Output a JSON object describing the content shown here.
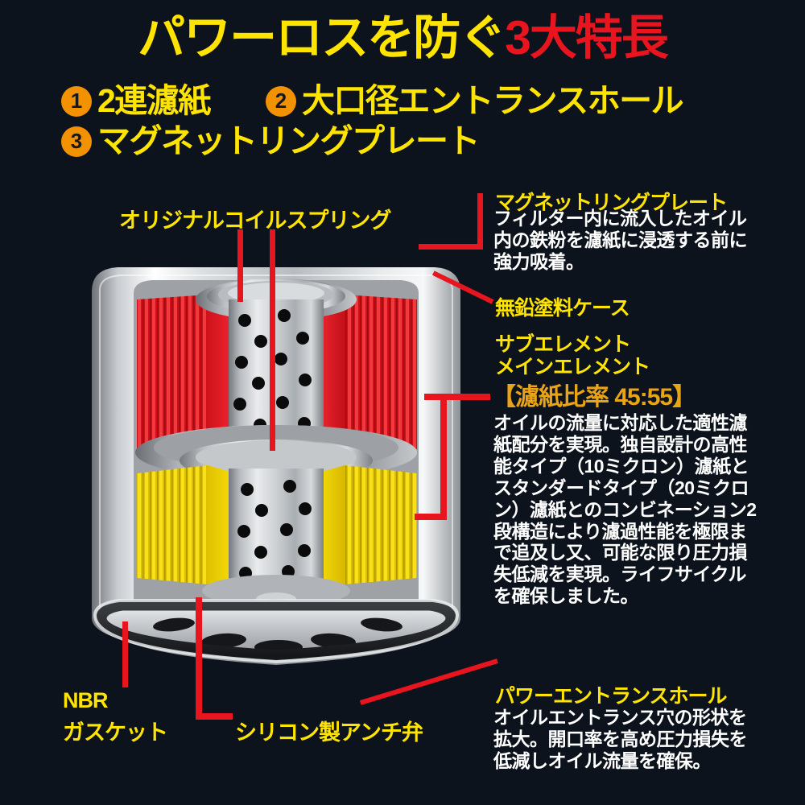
{
  "theme": {
    "background": "#0d131c",
    "yellow": "#ffe400",
    "red": "#e8141e",
    "orange": "#f39200",
    "gold": "#e8a317",
    "white": "#ffffff"
  },
  "headline": {
    "yellow_part": "パワーロスを防ぐ",
    "red_part": "3大特長"
  },
  "features": [
    {
      "number": "❶",
      "num_plain": "1",
      "label": "2連濾紙"
    },
    {
      "number": "❷",
      "num_plain": "2",
      "label": "大口径エントランスホール"
    },
    {
      "number": "❸",
      "num_plain": "3",
      "label": "マグネットリングプレート"
    }
  ],
  "callouts": {
    "spring": {
      "title": "オリジナルコイルスプリング"
    },
    "magnet": {
      "title": "マグネットリングプレート",
      "body": "フィルター内に流入したオイル内の鉄粉を濾紙に浸透する前に強力吸着。"
    },
    "case": {
      "title": "無鉛塗料ケース"
    },
    "sub_element": {
      "title": "サブエレメント"
    },
    "main_element": {
      "title": "メインエレメント"
    },
    "ratio": {
      "title": "【濾紙比率 45:55】",
      "ratio_sub": 45,
      "ratio_main": 55,
      "body": "オイルの流量に対応した適性濾紙配分を実現。独自設計の高性能タイプ（10ミクロン）濾紙とスタンダードタイプ（20ミクロン）濾紙とのコンビネーション2段構造により濾過性能を極限まで追及し又、可能な限り圧力損失低減を実現。ライフサイクルを確保しました。"
    },
    "power_hole": {
      "title": "パワーエントランスホール",
      "body": "オイルエントランス穴の形状を拡大。開口率を高め圧力損失を低減しオイル流量を確保。"
    },
    "gasket": {
      "line1": "NBR",
      "line2": "ガスケット"
    },
    "anti_valve": {
      "title": "シリコン製アンチ弁"
    }
  },
  "diagram": {
    "alt": "オイルフィルター断面図",
    "sub_element_color": "#e8141e",
    "main_element_color": "#f2d400",
    "case_color": "#d8dadd",
    "valve_color": "#e8141e"
  }
}
